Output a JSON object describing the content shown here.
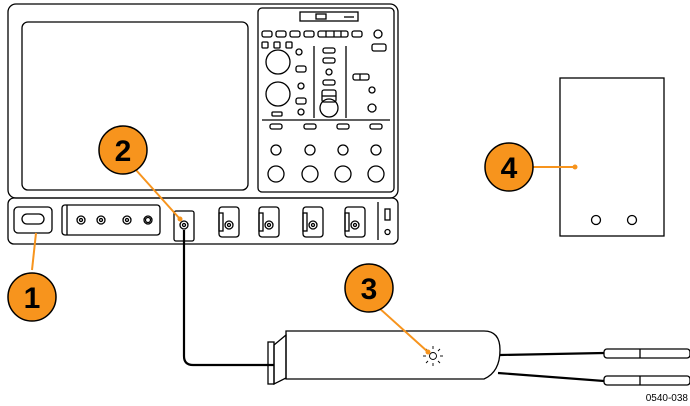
{
  "callouts": [
    {
      "id": "1",
      "label": "1"
    },
    {
      "id": "2",
      "label": "2"
    },
    {
      "id": "3",
      "label": "3"
    },
    {
      "id": "4",
      "label": "4"
    }
  ],
  "figure_id": "0540-038",
  "colors": {
    "callout_fill": "#f7941d",
    "callout_stroke": "#000000",
    "line": "#000000",
    "leader": "#f7941d",
    "background": "#ffffff"
  },
  "icons": {
    "probe_light": "sun-icon",
    "bnc_connector": "connector-icon"
  }
}
